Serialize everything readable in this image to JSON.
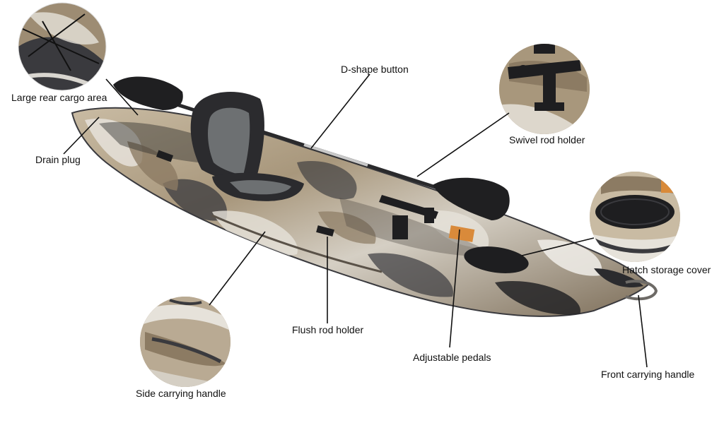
{
  "labels": {
    "rear_cargo": "Large rear cargo area",
    "drain_plug": "Drain plug",
    "d_shape_button": "D-shape button",
    "swivel_rod_holder": "Swivel rod holder",
    "hatch_cover": "Hatch storage cover",
    "flush_rod_holder": "Flush rod holder",
    "adjustable_pedals": "Adjustable pedals",
    "front_handle": "Front carrying handle",
    "side_handle": "Side carrying handle"
  },
  "colors": {
    "hull_base": "#b9aa93",
    "hull_dark": "#3a3a3e",
    "hull_light": "#e6e2da",
    "hull_tan": "#8c7b63",
    "seat": "#2b2b2e",
    "seat_cushion": "#6d7072",
    "fitting": "#1e1e20",
    "leader": "#111111"
  }
}
